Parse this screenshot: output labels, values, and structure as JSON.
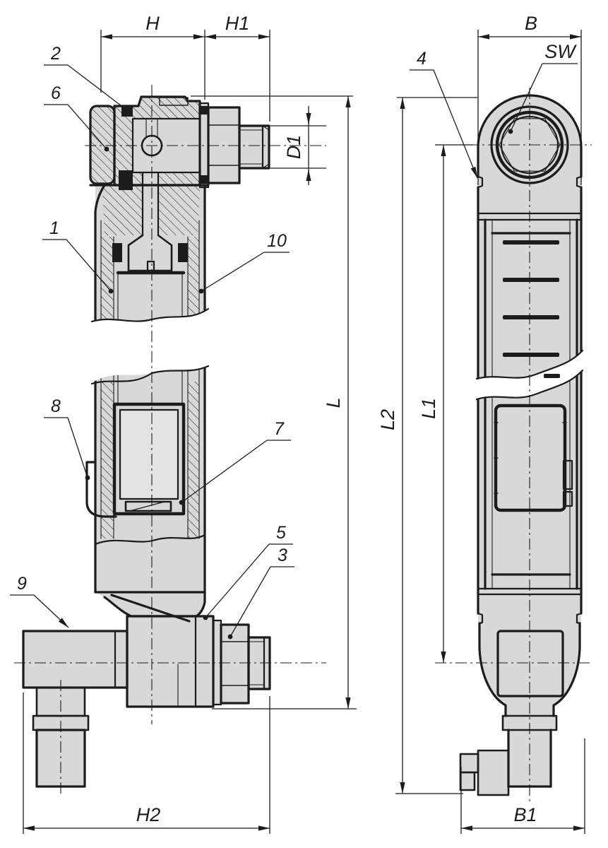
{
  "drawing": {
    "type": "engineering-drawing",
    "views": {
      "section_view": {
        "dimension_ids": [
          "H",
          "H1",
          "D1",
          "L",
          "H2"
        ],
        "part_label_ids": [
          "1",
          "2",
          "3",
          "5",
          "6",
          "7",
          "8",
          "9",
          "10"
        ]
      },
      "side_view": {
        "dimension_ids": [
          "B",
          "L1",
          "L2",
          "B1",
          "SW"
        ],
        "part_label_ids": [
          "4"
        ]
      }
    }
  },
  "colors": {
    "background": "#ffffff",
    "metal_fill": "#d8d8d8",
    "inner_fill": "#e3e3e3",
    "line": "#1c1c1c"
  },
  "dimensions": {
    "H": "H",
    "H1": "H1",
    "H2": "H2",
    "D1": "D1",
    "L": "L",
    "B": "B",
    "B1": "B1",
    "L1": "L1",
    "L2": "L2",
    "SW": "SW"
  },
  "parts": {
    "p1": "1",
    "p2": "2",
    "p3": "3",
    "p4": "4",
    "p5": "5",
    "p6": "6",
    "p7": "7",
    "p8": "8",
    "p9": "9",
    "p10": "10"
  }
}
